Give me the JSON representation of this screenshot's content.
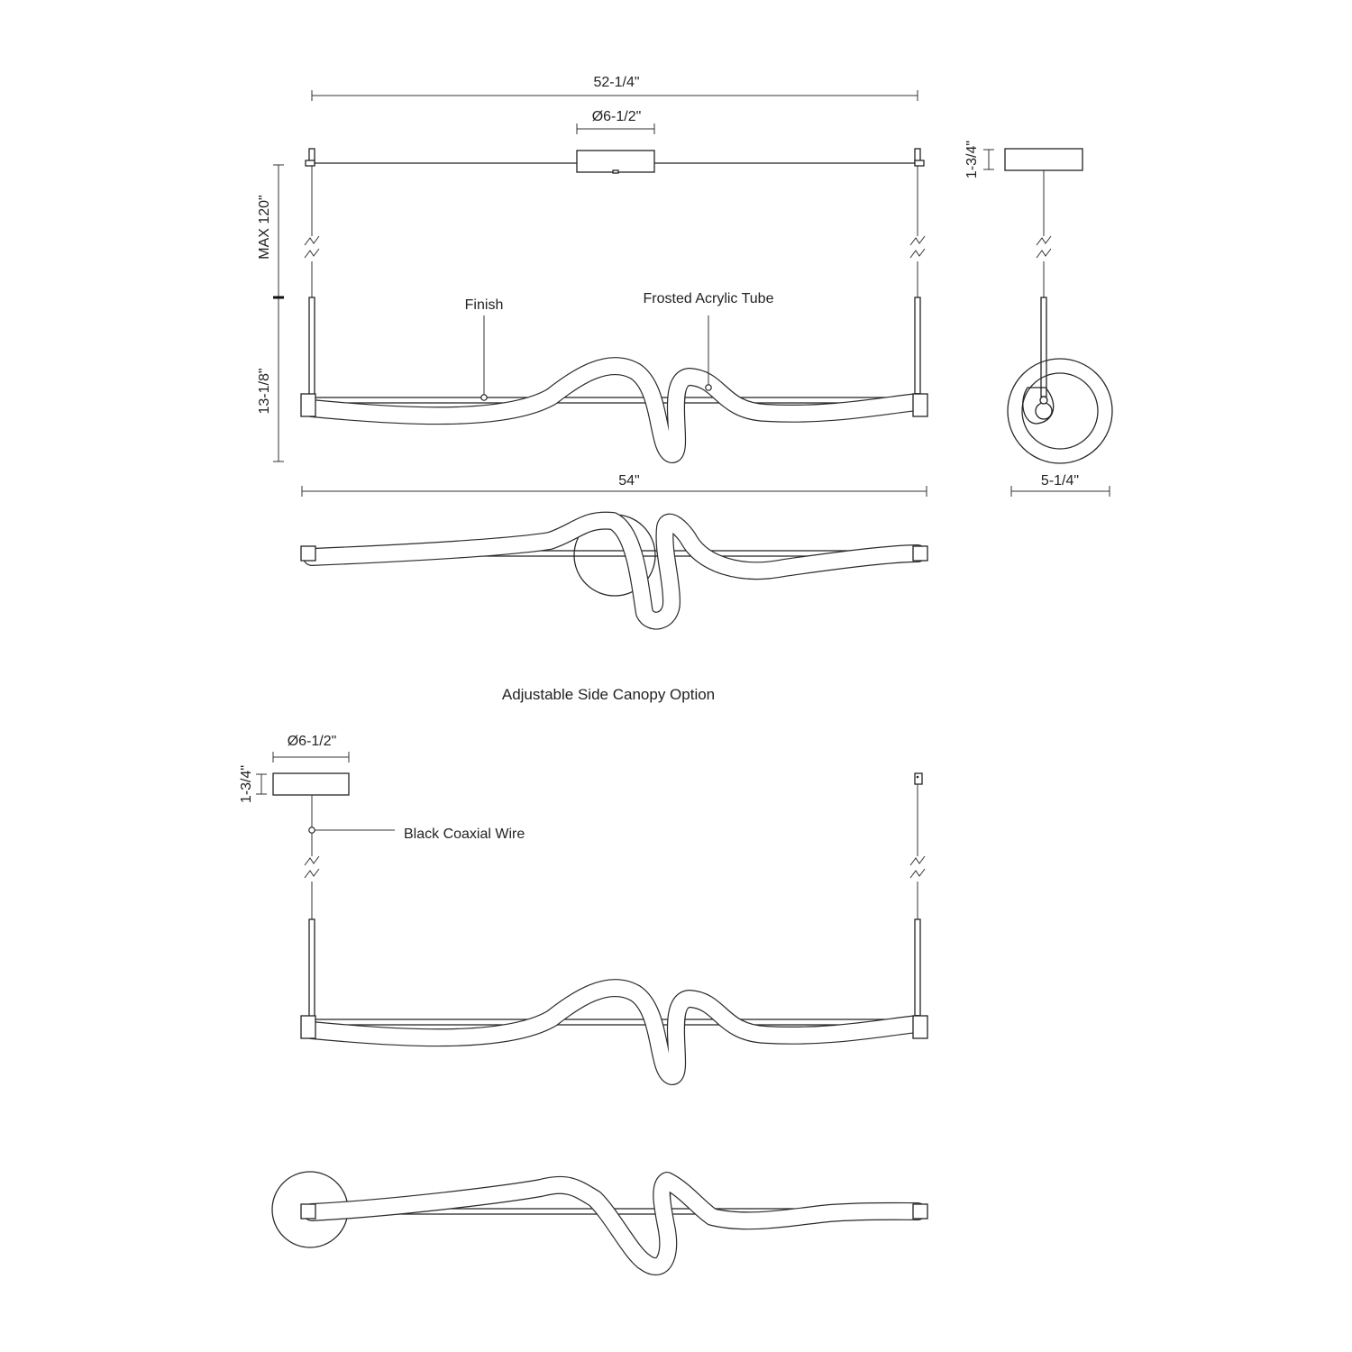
{
  "main_view": {
    "width_top": "52-1/4\"",
    "canopy_diameter": "Ø6-1/2\"",
    "max_length": "MAX 120\"",
    "body_height": "13-1/8\"",
    "width_bottom": "54\"",
    "callout_finish": "Finish",
    "callout_tube": "Frosted Acrylic Tube"
  },
  "side_view": {
    "canopy_height": "1-3/4\"",
    "depth": "5-1/4\""
  },
  "side_canopy_option": {
    "title": "Adjustable Side Canopy Option",
    "canopy_diameter": "Ø6-1/2\"",
    "canopy_height": "1-3/4\"",
    "callout_wire": "Black Coaxial Wire"
  }
}
